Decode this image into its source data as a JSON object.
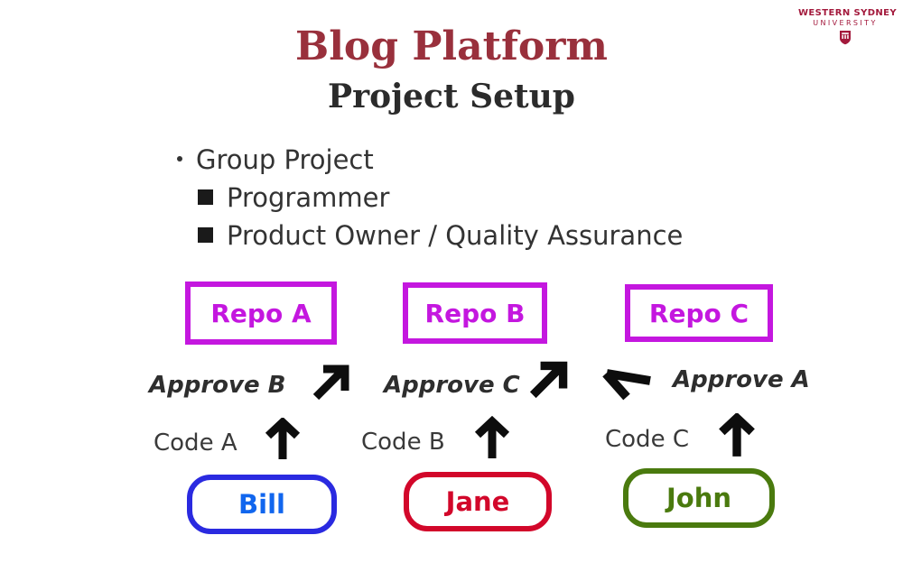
{
  "logo": {
    "line1": "WESTERN SYDNEY",
    "line2": "UNIVERSITY",
    "crest_icon": "shield-crest-icon",
    "color": "#a3193c"
  },
  "slide": {
    "title": "Blog Platform",
    "subtitle": "Project Setup",
    "title_color": "#99303c",
    "subtitle_color": "#2b2b2b",
    "background": "#ffffff"
  },
  "bullets": [
    {
      "marker": "dot",
      "text": "Group Project",
      "level": 1
    },
    {
      "marker": "square",
      "text": "Programmer",
      "level": 2
    },
    {
      "marker": "square",
      "text": "Product Owner / Quality Assurance",
      "level": 2
    }
  ],
  "diagram": {
    "repos": [
      {
        "label": "Repo A",
        "color": "#c417df"
      },
      {
        "label": "Repo B",
        "color": "#c417df"
      },
      {
        "label": "Repo C",
        "color": "#c417df"
      }
    ],
    "people": [
      {
        "label": "Bill",
        "border_color": "#2a2ae0",
        "text_color": "#1166ee"
      },
      {
        "label": "Jane",
        "border_color": "#d2072a",
        "text_color": "#d2072a"
      },
      {
        "label": "John",
        "border_color": "#4a7a0e",
        "text_color": "#4a7a0e"
      }
    ],
    "approve_labels": [
      {
        "text": "Approve B",
        "arrow": "arrow-up-right-icon",
        "arrow_position": "after"
      },
      {
        "text": "Approve C",
        "arrow": "arrow-up-right-icon",
        "arrow_position": "after"
      },
      {
        "text": "Approve A",
        "arrow": "arrow-left-icon",
        "arrow_position": "before"
      }
    ],
    "code_labels": [
      {
        "text": "Code A",
        "arrow": "arrow-up-icon"
      },
      {
        "text": "Code B",
        "arrow": "arrow-up-icon"
      },
      {
        "text": "Code C",
        "arrow": "arrow-up-icon"
      }
    ],
    "arrow_color": "#000000"
  }
}
